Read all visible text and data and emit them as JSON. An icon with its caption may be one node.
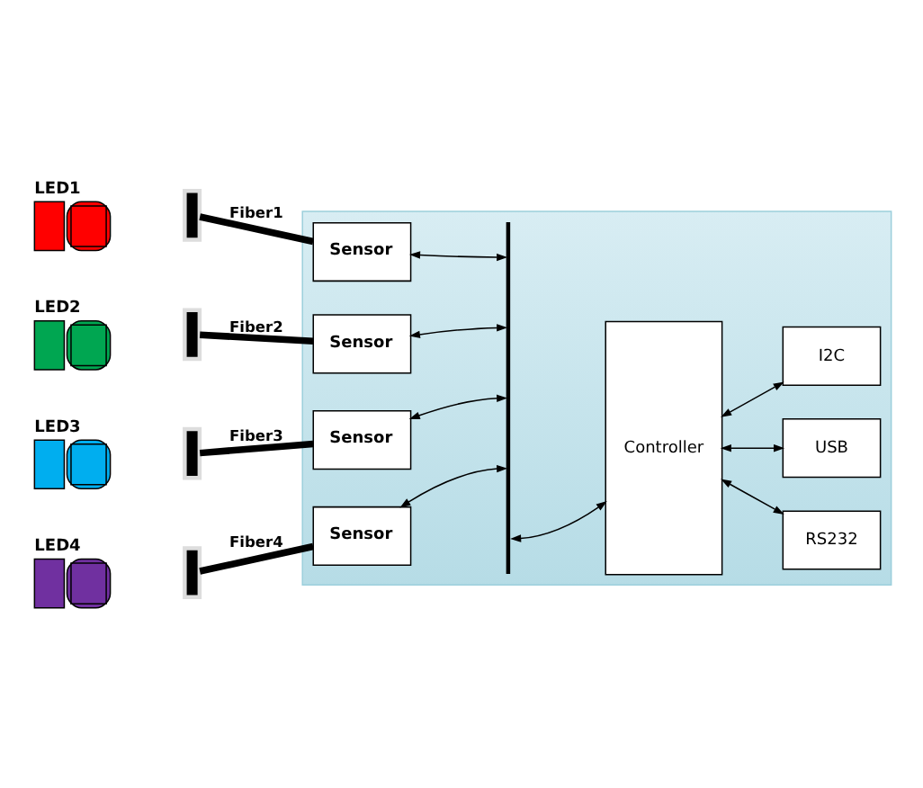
{
  "diagram": {
    "nodes": [
      {
        "text": [
          "LED1"
        ]
      },
      {
        "text": [],
        "shape": "box"
      },
      {
        "text": [
          "LED2"
        ]
      },
      {
        "text": [],
        "shape": "box"
      },
      {
        "text": [
          "LED3"
        ]
      },
      {
        "text": [],
        "shape": "box"
      },
      {
        "text": [
          "LED4"
        ]
      },
      {
        "text": [],
        "shape": "box"
      },
      {
        "text": [],
        "shape": "box"
      },
      {
        "text": [
          "Sensor"
        ],
        "in": 8
      },
      {
        "text": [
          "RS232"
        ],
        "in": 8
      },
      {
        "text": [
          "Sensor"
        ],
        "in": 8
      },
      {
        "text": [
          "Controller"
        ],
        "in": 8
      },
      {
        "text": [],
        "shape": "bar",
        "in": 8
      },
      {
        "text": [
          "Sensor"
        ],
        "in": 8
      },
      {
        "text": [
          "Sensor"
        ],
        "in": 8
      },
      {
        "text": [
          "USB"
        ],
        "in": 8
      },
      {
        "text": [
          "I2C"
        ],
        "in": 8
      }
    ],
    "edges": [
      {
        "from": 1,
        "to": 9,
        "arrow": "none",
        "label": "Fiber1",
        "style": "thick"
      },
      {
        "from": 3,
        "to": 11,
        "arrow": "none",
        "label": "Fiber2",
        "style": "thick"
      },
      {
        "from": 5,
        "to": 14,
        "arrow": "none",
        "label": "Fiber3",
        "style": "thick"
      },
      {
        "from": 7,
        "to": 15,
        "arrow": "none",
        "label": "Fiber4",
        "style": "thick"
      },
      {
        "from": 9,
        "to": 13,
        "arrow": "both"
      },
      {
        "from": 11,
        "to": 13,
        "arrow": "both"
      },
      {
        "from": 14,
        "to": 13,
        "arrow": "both"
      },
      {
        "from": 15,
        "to": 13,
        "arrow": "both"
      },
      {
        "from": 13,
        "to": 12,
        "arrow": "both"
      },
      {
        "from": 12,
        "to": 10,
        "arrow": "both"
      },
      {
        "from": 12,
        "to": 16,
        "arrow": "both"
      },
      {
        "from": 12,
        "to": 17,
        "arrow": "both"
      }
    ]
  }
}
